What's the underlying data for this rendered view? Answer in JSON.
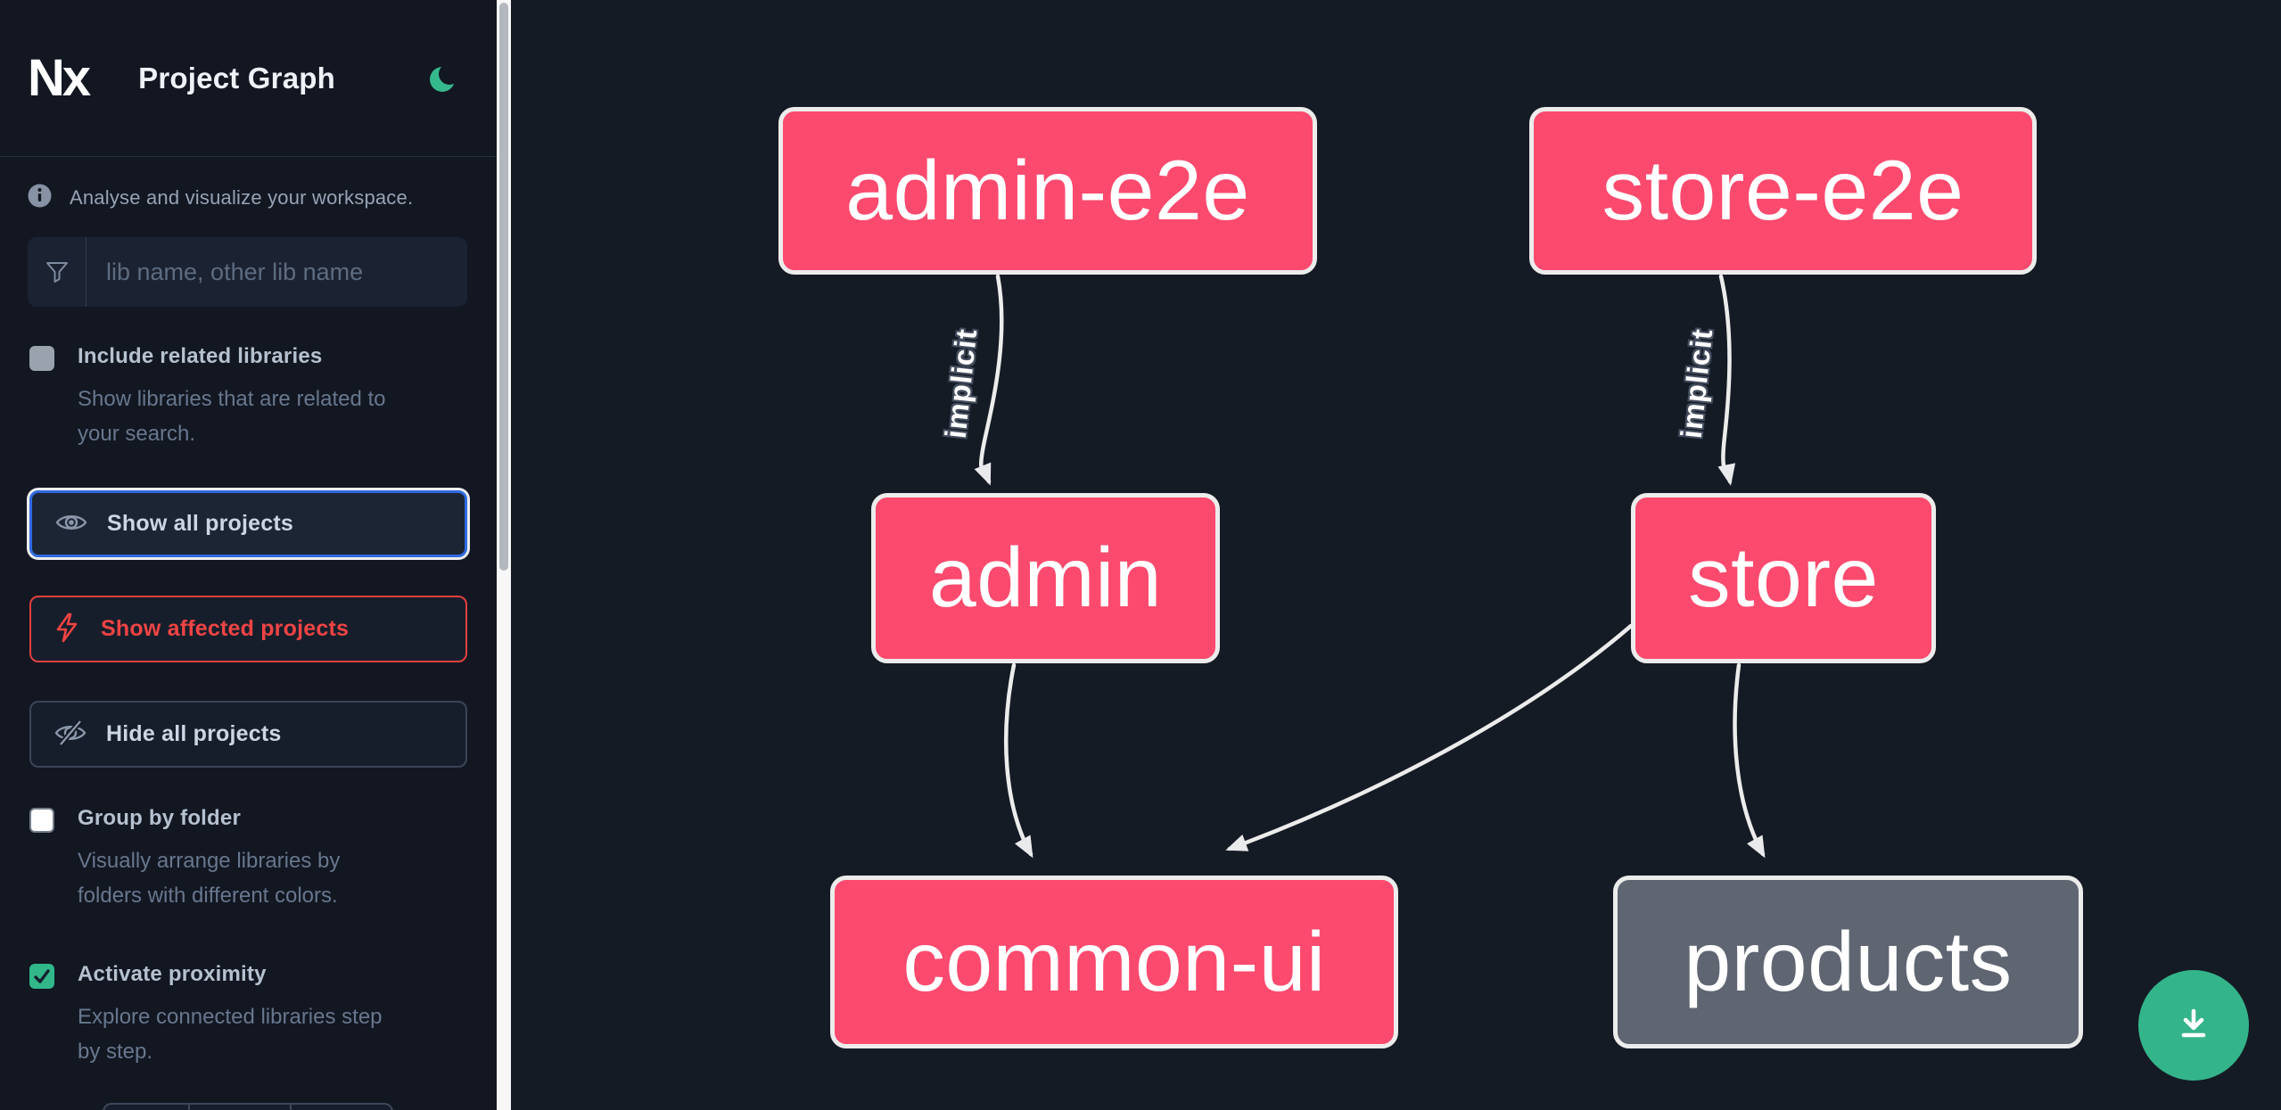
{
  "header": {
    "logo_text": "Nx",
    "title": "Project Graph",
    "theme_icon": "moon-icon"
  },
  "sidebar": {
    "info_text": "Analyse and visualize your workspace.",
    "search": {
      "placeholder": "lib name, other lib name",
      "value": ""
    },
    "checkboxes": [
      {
        "id": "include-related",
        "label": "Include related libraries",
        "description": "Show libraries that are related to\nyour search.",
        "checked": false
      },
      {
        "id": "group-by-folder",
        "label": "Group by folder",
        "description": "Visually arrange libraries by\nfolders with different colors.",
        "checked": false
      },
      {
        "id": "activate-proximity",
        "label": "Activate proximity",
        "description": "Explore connected libraries step\nby step.",
        "checked": true
      }
    ],
    "buttons": [
      {
        "id": "show-all",
        "label": "Show all projects",
        "icon": "eye-icon",
        "state": "focused"
      },
      {
        "id": "show-affected",
        "label": "Show affected projects",
        "icon": "bolt-icon",
        "state": "affected"
      },
      {
        "id": "hide-all",
        "label": "Hide all projects",
        "icon": "eye-off-icon",
        "state": "default"
      }
    ]
  },
  "graph": {
    "nodes": [
      {
        "id": "admin-e2e",
        "label": "admin-e2e",
        "status": "affected"
      },
      {
        "id": "store-e2e",
        "label": "store-e2e",
        "status": "affected"
      },
      {
        "id": "admin",
        "label": "admin",
        "status": "affected"
      },
      {
        "id": "store",
        "label": "store",
        "status": "affected"
      },
      {
        "id": "common-ui",
        "label": "common-ui",
        "status": "affected"
      },
      {
        "id": "products",
        "label": "products",
        "status": "normal"
      }
    ],
    "edges": [
      {
        "from": "admin-e2e",
        "to": "admin",
        "label": "implicit"
      },
      {
        "from": "store-e2e",
        "to": "store",
        "label": "implicit"
      },
      {
        "from": "admin",
        "to": "common-ui",
        "label": ""
      },
      {
        "from": "store",
        "to": "common-ui",
        "label": ""
      },
      {
        "from": "store",
        "to": "products",
        "label": ""
      }
    ]
  },
  "fab": {
    "icon": "download-icon"
  },
  "colors": {
    "sidebar_bg": "#121722",
    "canvas_bg": "#151b25",
    "affected_node": "#fb4a6e",
    "plain_node": "#5f6672",
    "node_border": "#ececec",
    "accent_green": "#34b48a",
    "focus_blue": "#2f6ae0",
    "danger_red": "#ef4444"
  }
}
